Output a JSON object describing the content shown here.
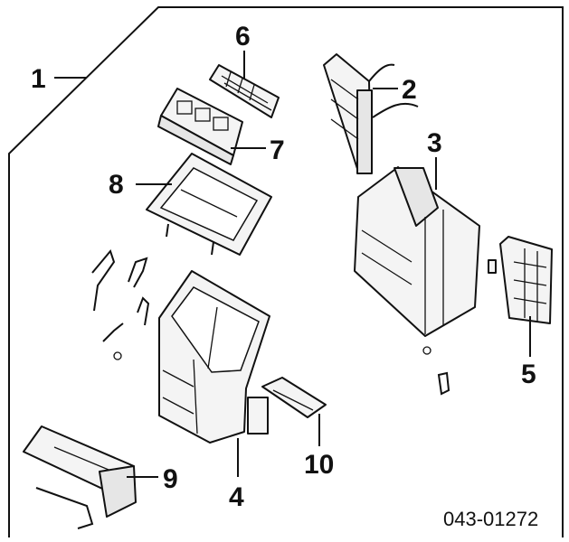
{
  "callouts": [
    {
      "id": "1",
      "text": "1"
    },
    {
      "id": "2",
      "text": "2"
    },
    {
      "id": "3",
      "text": "3"
    },
    {
      "id": "4",
      "text": "4"
    },
    {
      "id": "5",
      "text": "5"
    },
    {
      "id": "6",
      "text": "6"
    },
    {
      "id": "7",
      "text": "7"
    },
    {
      "id": "8",
      "text": "8"
    },
    {
      "id": "9",
      "text": "9"
    },
    {
      "id": "10",
      "text": "10"
    }
  ],
  "diagram_code": "043-01272"
}
